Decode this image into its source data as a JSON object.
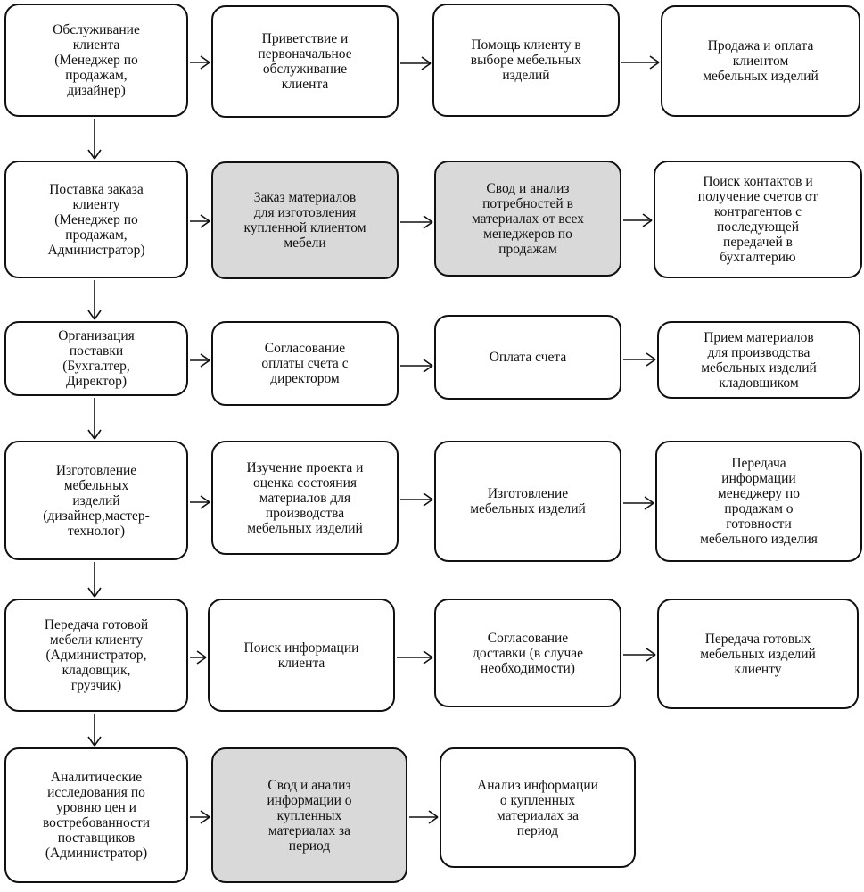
{
  "colors": {
    "stroke": "#111111",
    "box_fill": "#ffffff",
    "highlight_fill": "#d9d9d9"
  },
  "rows": [
    {
      "boxes": [
        {
          "text": "Обслуживание\nклиента\n(Менеджер по\nпродажам,\nдизайнер)",
          "highlighted": false
        },
        {
          "text": "Приветствие и\nпервоначальное\nобслуживание\nклиента",
          "highlighted": false
        },
        {
          "text": "Помощь клиенту в\nвыборе мебельных\nизделий",
          "highlighted": false
        },
        {
          "text": "Продажа и оплата\nклиентом\nмебельных изделий",
          "highlighted": false
        }
      ]
    },
    {
      "boxes": [
        {
          "text": "Поставка заказа\nклиенту\n(Менеджер по\nпродажам,\nАдминистратор)",
          "highlighted": false
        },
        {
          "text": "Заказ материалов\nдля изготовления\nкупленной клиентом\nмебели",
          "highlighted": true
        },
        {
          "text": "Свод и анализ\nпотребностей в\nматериалах от всех\nменеджеров по\nпродажам",
          "highlighted": true
        },
        {
          "text": "Поиск контактов и\nполучение счетов от\nконтрагентов с\nпоследующей\nпередачей в\nбухгалтерию",
          "highlighted": false
        }
      ]
    },
    {
      "boxes": [
        {
          "text": "Организация\nпоставки\n(Бухгалтер,\nДиректор)",
          "highlighted": false
        },
        {
          "text": "Согласование\nоплаты счета с\nдиректором",
          "highlighted": false
        },
        {
          "text": "Оплата счета",
          "highlighted": false
        },
        {
          "text": "Прием материалов\nдля производства\nмебельных изделий\nкладовщиком",
          "highlighted": false
        }
      ]
    },
    {
      "boxes": [
        {
          "text": "Изготовление\nмебельных\nизделий\n(дизайнер,мастер-\nтехнолог)",
          "highlighted": false
        },
        {
          "text": "Изучение проекта и\nоценка состояния\nматериалов для\nпроизводства\nмебельных изделий",
          "highlighted": false
        },
        {
          "text": "Изготовление\nмебельных изделий",
          "highlighted": false
        },
        {
          "text": "Передача\nинформации\nменеджеру по\nпродажам о\nготовности\nмебельного изделия",
          "highlighted": false
        }
      ]
    },
    {
      "boxes": [
        {
          "text": "Передача готовой\nмебели клиенту\n(Администратор,\nкладовщик,\nгрузчик)",
          "highlighted": false
        },
        {
          "text": "Поиск информации\nклиента",
          "highlighted": false
        },
        {
          "text": "Согласование\nдоставки (в случае\nнеобходимости)",
          "highlighted": false
        },
        {
          "text": "Передача готовых\nмебельных изделий\nклиенту",
          "highlighted": false
        }
      ]
    },
    {
      "boxes": [
        {
          "text": "Аналитические\nисследования по\nуровню цен и\nвостребованности\nпоставщиков\n(Администратор)",
          "highlighted": false
        },
        {
          "text": "Свод и анализ\nинформации о\nкупленных\nматериалах за\nпериод",
          "highlighted": true
        },
        {
          "text": "Анализ информации\nо купленных\nматериалах за\nпериод",
          "highlighted": false
        }
      ]
    }
  ]
}
